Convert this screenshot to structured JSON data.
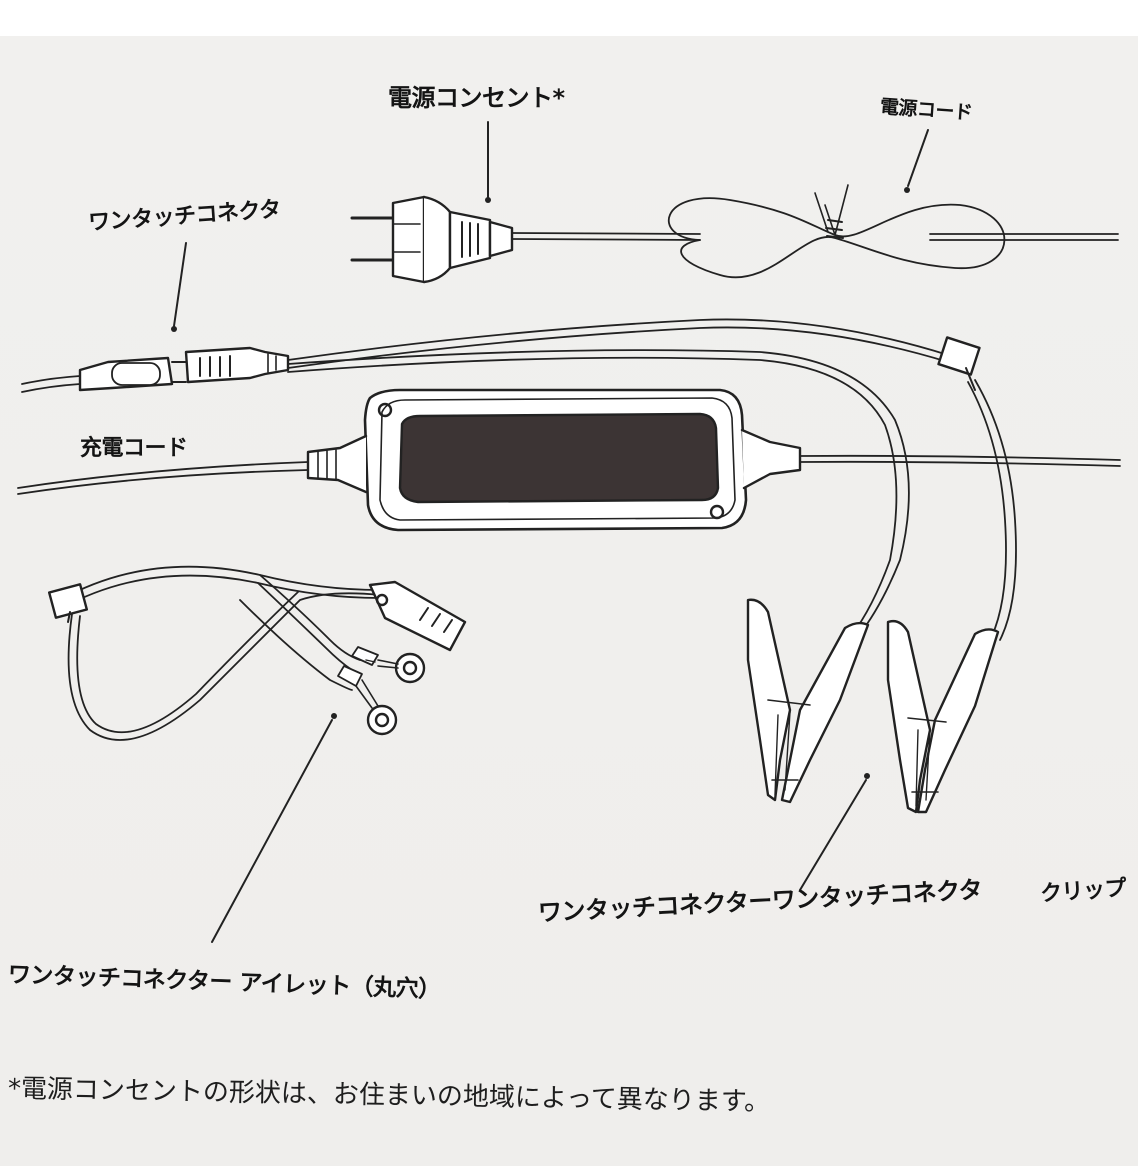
{
  "labels": {
    "power_outlet": "電源コンセント*",
    "power_cord": "電源コード",
    "one_touch_connector": "ワンタッチコネクタ",
    "charge_cord": "充電コード",
    "eyelet_lead": "ワンタッチコネクター アイレット（丸穴）",
    "clip_lead": "ワンタッチコネクターワンタッチコネクタ",
    "clip": "クリップ"
  },
  "footnote": "*電源コンセントの形状は、お住まいの地域によって異なります。"
}
